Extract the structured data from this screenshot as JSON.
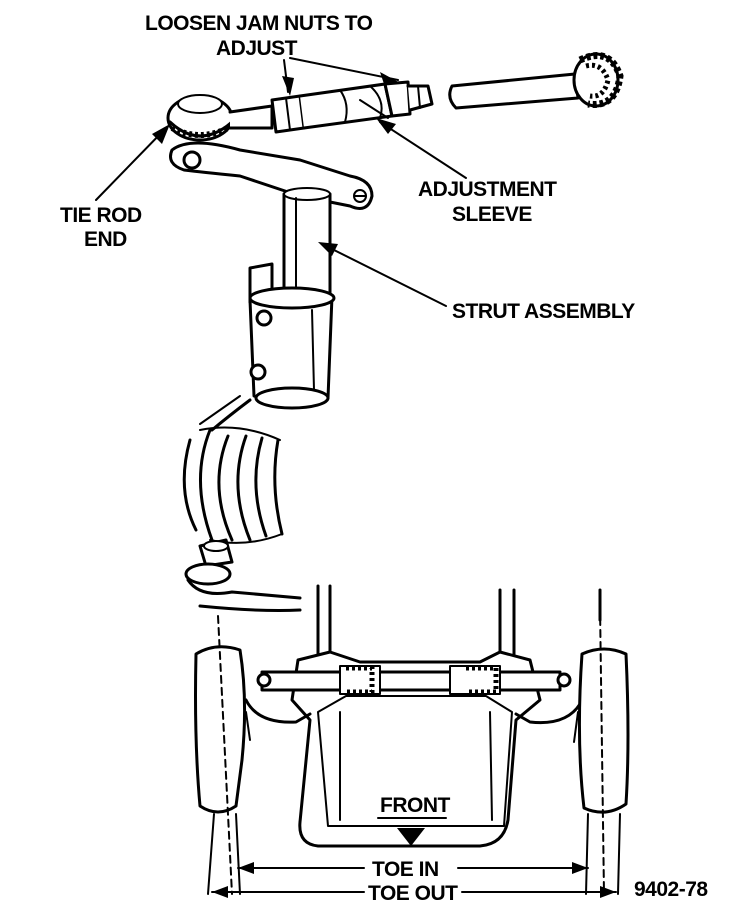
{
  "labels": {
    "loosen_line1": "LOOSEN JAM NUTS TO",
    "loosen_line2": "ADJUST",
    "adjustment_line1": "ADJUSTMENT",
    "adjustment_line2": "SLEEVE",
    "tie_rod_line1": "TIE ROD",
    "tie_rod_line2": "END",
    "strut": "STRUT ASSEMBLY",
    "front": "FRONT",
    "toe_in": "TOE IN",
    "toe_out": "TOE OUT",
    "figure_id": "9402-78"
  }
}
